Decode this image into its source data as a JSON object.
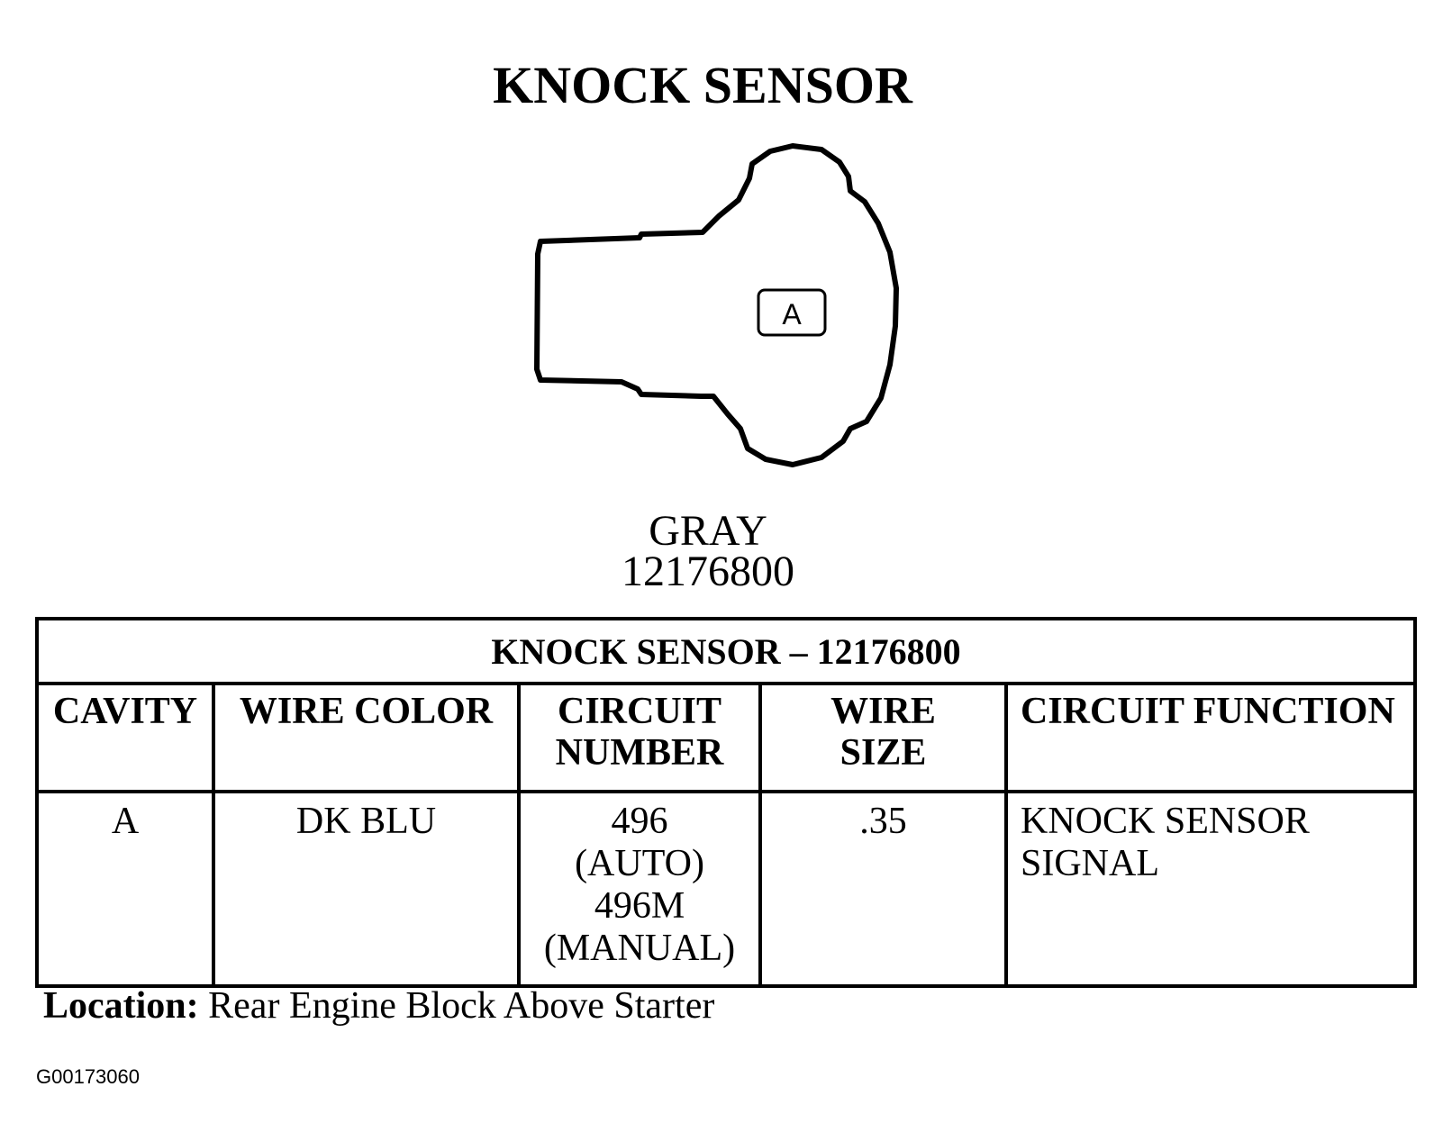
{
  "title": "KNOCK SENSOR",
  "connector": {
    "cavity_label": "A",
    "color": "GRAY",
    "part_number": "12176800"
  },
  "table": {
    "caption": "KNOCK SENSOR – 12176800",
    "headers": {
      "cavity": "CAVITY",
      "wire_color": "WIRE COLOR",
      "circuit_number": [
        "CIRCUIT",
        "NUMBER"
      ],
      "wire_size": [
        "WIRE",
        "SIZE"
      ],
      "circuit_function": "CIRCUIT FUNCTION"
    },
    "rows": [
      {
        "cavity": "A",
        "wire_color": "DK BLU",
        "circuit_number": [
          "496",
          "(AUTO)",
          "496M",
          "(MANUAL)"
        ],
        "wire_size": ".35",
        "circuit_function": [
          "KNOCK SENSOR",
          "SIGNAL"
        ]
      }
    ]
  },
  "location": {
    "label": "Location:",
    "text": " Rear Engine Block Above Starter"
  },
  "figure_id": "G00173060"
}
